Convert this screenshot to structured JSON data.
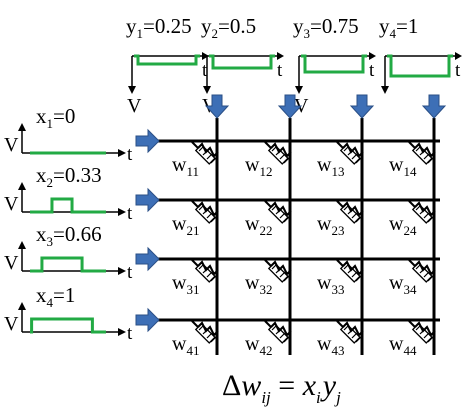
{
  "columns": [
    {
      "y_symbol": "y",
      "y_index": "1",
      "y_value": "=0.25",
      "pulse": 0.25,
      "time_label": "t",
      "voltage_label": "V"
    },
    {
      "y_symbol": "y",
      "y_index": "2",
      "y_value": "=0.5",
      "pulse": 0.5,
      "time_label": "t",
      "voltage_label": "V"
    },
    {
      "y_symbol": "y",
      "y_index": "3",
      "y_value": "=0.75",
      "pulse": 0.75,
      "time_label": "t",
      "voltage_label": "V"
    },
    {
      "y_symbol": "y",
      "y_index": "4",
      "y_value": "=1",
      "pulse": 1.0,
      "time_label": "t",
      "voltage_label": ""
    }
  ],
  "rows": [
    {
      "x_symbol": "x",
      "x_index": "1",
      "x_value": "=0",
      "pulse": 0.0,
      "voltage_label": "V",
      "time_label": "t"
    },
    {
      "x_symbol": "x",
      "x_index": "2",
      "x_value": "=0.33",
      "pulse": 0.33,
      "voltage_label": "V",
      "time_label": "t"
    },
    {
      "x_symbol": "x",
      "x_index": "3",
      "x_value": "=0.66",
      "pulse": 0.66,
      "voltage_label": "V",
      "time_label": "t"
    },
    {
      "x_symbol": "x",
      "x_index": "4",
      "x_value": "=1",
      "pulse": 1.0,
      "voltage_label": "V",
      "time_label": "t"
    }
  ],
  "weights": [
    [
      {
        "symbol": "w",
        "index": "11"
      },
      {
        "symbol": "w",
        "index": "12"
      },
      {
        "symbol": "w",
        "index": "13"
      },
      {
        "symbol": "w",
        "index": "14"
      }
    ],
    [
      {
        "symbol": "w",
        "index": "21"
      },
      {
        "symbol": "w",
        "index": "22"
      },
      {
        "symbol": "w",
        "index": "23"
      },
      {
        "symbol": "w",
        "index": "24"
      }
    ],
    [
      {
        "symbol": "w",
        "index": "31"
      },
      {
        "symbol": "w",
        "index": "32"
      },
      {
        "symbol": "w",
        "index": "33"
      },
      {
        "symbol": "w",
        "index": "34"
      }
    ],
    [
      {
        "symbol": "w",
        "index": "41"
      },
      {
        "symbol": "w",
        "index": "42"
      },
      {
        "symbol": "w",
        "index": "43"
      },
      {
        "symbol": "w",
        "index": "44"
      }
    ]
  ],
  "equation": {
    "delta": "Δ",
    "lhs_symbol": "w",
    "lhs_index": "ij",
    "equals": " = ",
    "rhs_x": "x",
    "rhs_x_index": "i",
    "rhs_y": "y",
    "rhs_y_index": "j"
  },
  "colors": {
    "pulse": "#22aa44",
    "arrow": "#3d6fb6",
    "arrow_edge": "#2a4f86",
    "lines": "#000000"
  }
}
